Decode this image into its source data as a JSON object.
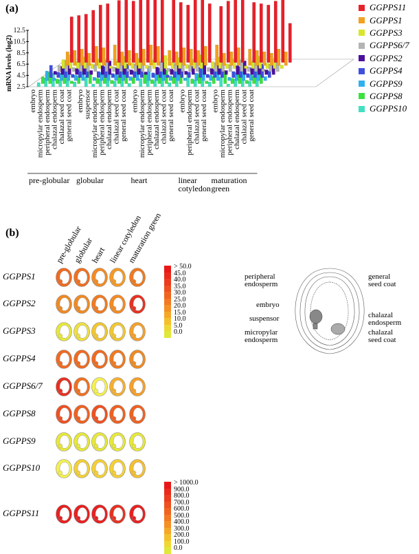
{
  "panel_a": {
    "label": "(a)",
    "ylabel": "mRNA levels (log2)",
    "yticks": [
      "2.5",
      "4.5",
      "6.5",
      "8.5",
      "10.5",
      "12.5"
    ],
    "legend": [
      {
        "name": "GGPPS11",
        "color": "#e8202a"
      },
      {
        "name": "GGPPS1",
        "color": "#f2a120"
      },
      {
        "name": "GGPPS3",
        "color": "#d9e62a"
      },
      {
        "name": "GGPPS6/7",
        "color": "#b4b4b4"
      },
      {
        "name": "GGPPS2",
        "color": "#4b0f9e"
      },
      {
        "name": "GGPPS4",
        "color": "#3f4fe0"
      },
      {
        "name": "GGPPS9",
        "color": "#30b0ef"
      },
      {
        "name": "GGPPS8",
        "color": "#3ee040"
      },
      {
        "name": "GGPPS10",
        "color": "#40e0c0"
      }
    ],
    "groups": [
      {
        "name": "pre-globular",
        "tissues": [
          "embryo",
          "micropylar endosperm",
          "peripheral endosperm",
          "chalazal endosperm",
          "chalazal seed coat",
          "general seed coat"
        ]
      },
      {
        "name": "globular",
        "tissues": [
          "embryo",
          "suspensor",
          "micropylar endosperm",
          "peripheral endosperm",
          "chalazal endosperm",
          "chalazal seed coat",
          "general seed coat"
        ]
      },
      {
        "name": "heart",
        "tissues": [
          "embryo",
          "micropylar endosperm",
          "peripheral endosperm",
          "chalazal endosperm",
          "chalazal seed coat",
          "general seed coat"
        ]
      },
      {
        "name": "linear cotyledon",
        "tissues": [
          "embryo",
          "peripheral endosperm",
          "chalazal seed coat",
          "general seed coat"
        ]
      },
      {
        "name": "maturation green",
        "tissues": [
          "embryo",
          "micropylar endosperm",
          "peripheral endosperm",
          "chalazal endosperm",
          "chalazal seed coat",
          "general seed coat"
        ]
      }
    ]
  },
  "panel_b": {
    "label": "(b)",
    "stages": [
      "pre-globular",
      "globular",
      "heart",
      "linear cotyledon",
      "maturation green"
    ],
    "genes": [
      {
        "name": "GGPPS1",
        "fills": [
          "#f06a20",
          "#f07020",
          "#f58a22",
          "#f59a25",
          "#f07a20"
        ]
      },
      {
        "name": "GGPPS2",
        "fills": [
          "#f08a22",
          "#f08a22",
          "#f27a20",
          "#f58a22",
          "#e83020"
        ]
      },
      {
        "name": "GGPPS3",
        "fills": [
          "#e8e83a",
          "#f0e040",
          "#f2c830",
          "#f2c830",
          "#f5a02a"
        ]
      },
      {
        "name": "GGPPS4",
        "fills": [
          "#f06a20",
          "#f06a20",
          "#f06a20",
          "#f07a20",
          "#f08a22"
        ]
      },
      {
        "name": "GGPPS6/7",
        "fills": [
          "#e83020",
          "#f07020",
          "#f5f050",
          "#f5b030",
          "#f5a02a"
        ]
      },
      {
        "name": "GGPPS8",
        "fills": [
          "#f05020",
          "#f06020",
          "#f05020",
          "#f06020",
          "#f06020"
        ]
      },
      {
        "name": "GGPPS9",
        "fills": [
          "#e8e83a",
          "#e8e83a",
          "#e8e83a",
          "#e8e83a",
          "#e8e83a"
        ]
      },
      {
        "name": "GGPPS10",
        "fills": [
          "#f5f050",
          "#f5d035",
          "#f5d035",
          "#f5d035",
          "#f5c030"
        ]
      },
      {
        "name": "GGPPS11",
        "fills": [
          "#e82020",
          "#e82020",
          "#e82020",
          "#e83020",
          "#e82020"
        ]
      }
    ],
    "scale1": [
      "> 50.0",
      "45.0",
      "40.0",
      "35.0",
      "30.0",
      "25.0",
      "20.0",
      "15.0",
      "10.0",
      "5.0",
      "0.0"
    ],
    "scale2": [
      "> 1000.0",
      "900.0",
      "800.0",
      "700.0",
      "600.0",
      "500.0",
      "400.0",
      "300.0",
      "200.0",
      "100.0",
      "0.0"
    ],
    "scale_colors": [
      "#e81818",
      "#ea2a1c",
      "#ec3c1e",
      "#ee5020",
      "#f06420",
      "#f27a22",
      "#f49024",
      "#f5a828",
      "#f5c02c",
      "#f0d834",
      "#e0e83a"
    ],
    "diagram_labels": {
      "peripheral": "peripheral\nendosperm",
      "general": "general\nseed coat",
      "embryo": "embryo",
      "suspensor": "suspensor",
      "micropylar": "micropylar\nendosperm",
      "chalazal_endo": "chalazal\nendosperm",
      "chalazal_coat": "chalazal\nseed coat"
    }
  }
}
